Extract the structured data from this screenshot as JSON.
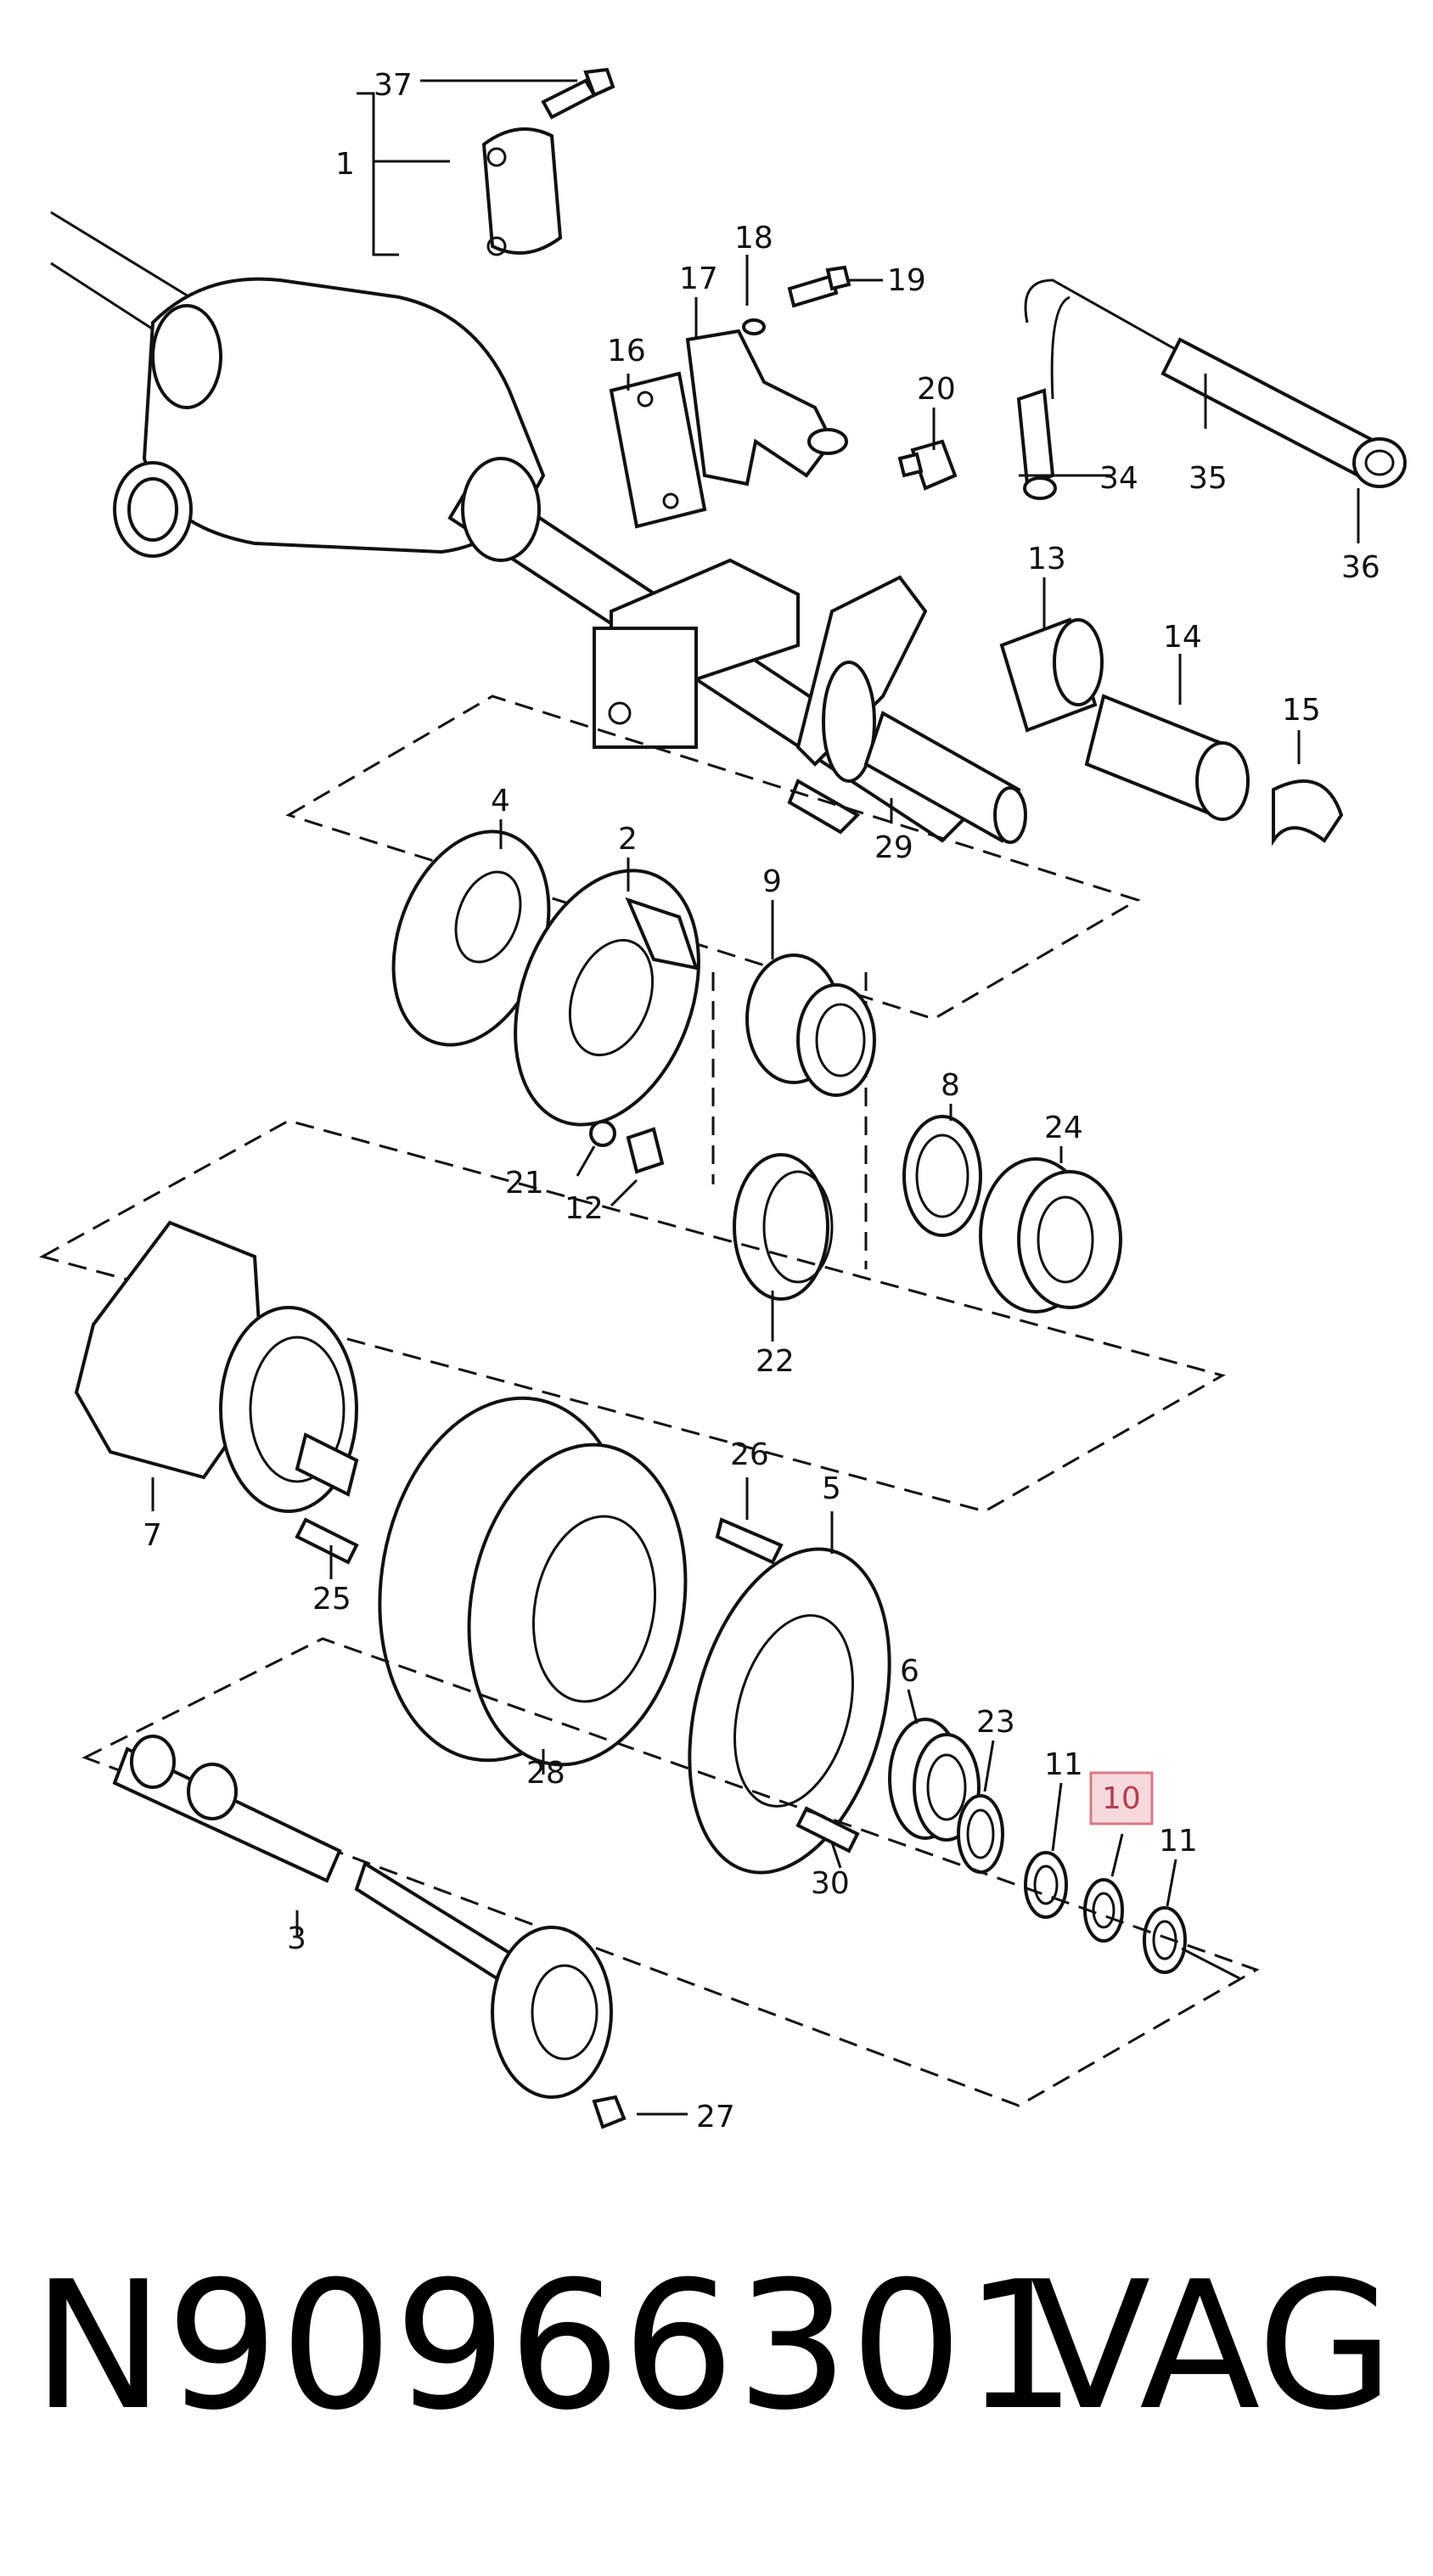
{
  "diagram": {
    "callouts": {
      "c1": "1",
      "c2": "2",
      "c3": "3",
      "c4": "4",
      "c5": "5",
      "c6": "6",
      "c7": "7",
      "c8": "8",
      "c9": "9",
      "c10": "10",
      "c11a": "11",
      "c11b": "11",
      "c12": "12",
      "c13": "13",
      "c14": "14",
      "c15": "15",
      "c16": "16",
      "c17": "17",
      "c18": "18",
      "c19": "19",
      "c20": "20",
      "c21": "21",
      "c22": "22",
      "c23": "23",
      "c24": "24",
      "c25": "25",
      "c26": "26",
      "c27": "27",
      "c28": "28",
      "c29": "29",
      "c30": "30",
      "c34": "34",
      "c35": "35",
      "c36": "36",
      "c37": "37"
    },
    "highlighted_callout": "10",
    "highlight_color": "#f7d8dc"
  },
  "footer": {
    "part_number": "N90966301",
    "brand": "VAG"
  }
}
